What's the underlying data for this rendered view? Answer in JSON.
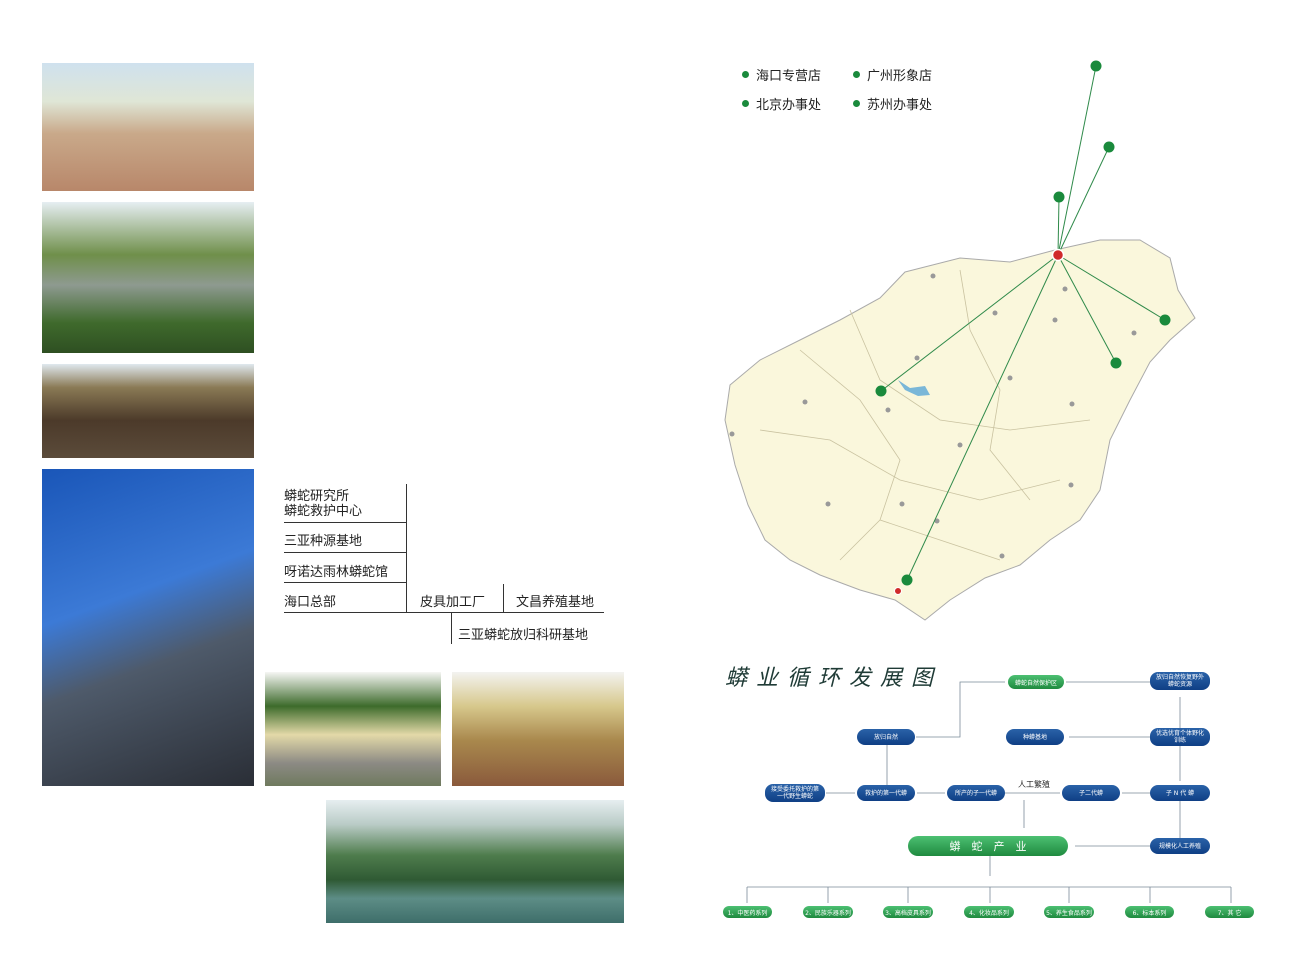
{
  "photos": [
    "building-courtyard",
    "bungalows-palm",
    "wooden-pavilion",
    "tower-building",
    "school-building",
    "campus-building",
    "lake-mountains"
  ],
  "org": {
    "research": "蟒蛇研究所",
    "rescue": "蟒蛇救护中心",
    "sanya_seed": "三亚种源基地",
    "yanoda": "呀诺达雨林蟒蛇馆",
    "hq": "海口总部",
    "leather": "皮具加工厂",
    "wenchang": "文昌养殖基地",
    "sanya_release": "三亚蟒蛇放归科研基地"
  },
  "legend": [
    "海口专营店",
    "广州形象店",
    "北京办事处",
    "苏州办事处"
  ],
  "colors": {
    "map_fill": "#faf7dc",
    "route": "#2f8a4a",
    "dot": "#1a8a3c",
    "hq": "#d02a2a",
    "node": "#0f3f85",
    "green_node": "#1f8a3f"
  },
  "diagram": {
    "title": "蟒业循环发展图",
    "reserve": "蟒蛇自然保护区",
    "release_wild": "放归自然恢复野外蟒蛇资源",
    "release": "放归自然",
    "breeding_base": "种蟒基地",
    "selection": "优选优育个体野化训练",
    "wild_first": "接受委托救护的第一代野生蟒蛇",
    "rescued_first": "救护的第一代蟒",
    "f1": "所产的子一代蟒",
    "artificial": "人工繁殖",
    "f2": "子二代蟒",
    "fn": "子 N 代 蟒",
    "industry": "蟒　蛇　产　业",
    "scale": "规模化人工养殖",
    "products": [
      "1、中医药系列",
      "2、民族乐器系列",
      "3、高档皮具系列",
      "4、化妆品系列",
      "5、养生食品系列",
      "6、标本系列",
      "7、其 它"
    ]
  }
}
